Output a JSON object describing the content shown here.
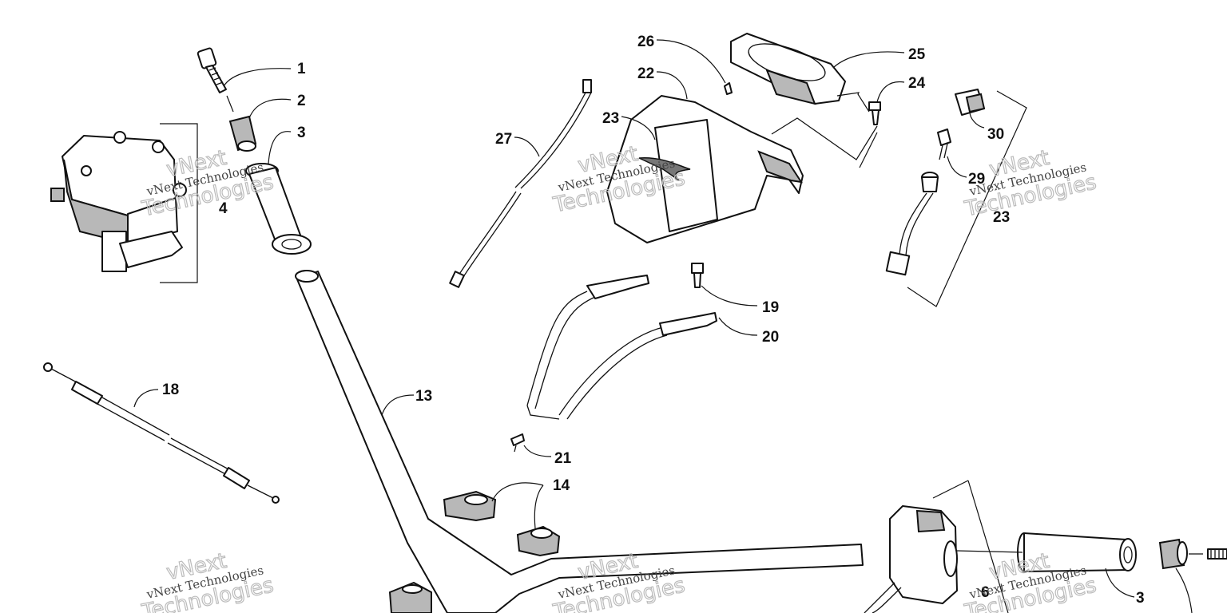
{
  "diagram": {
    "watermark": {
      "company": "vNext Technologies",
      "outline_line1": "vNext",
      "outline_line2": "Technologies"
    },
    "callouts": [
      {
        "id": "c1",
        "text": "1"
      },
      {
        "id": "c2",
        "text": "2"
      },
      {
        "id": "c3a",
        "text": "3"
      },
      {
        "id": "c4",
        "text": "4"
      },
      {
        "id": "c13",
        "text": "13"
      },
      {
        "id": "c18",
        "text": "18"
      },
      {
        "id": "c27",
        "text": "27"
      },
      {
        "id": "c26",
        "text": "26"
      },
      {
        "id": "c22",
        "text": "22"
      },
      {
        "id": "c23a",
        "text": "23"
      },
      {
        "id": "c25",
        "text": "25"
      },
      {
        "id": "c24",
        "text": "24"
      },
      {
        "id": "c30",
        "text": "30"
      },
      {
        "id": "c29",
        "text": "29"
      },
      {
        "id": "c23b",
        "text": "23"
      },
      {
        "id": "c19",
        "text": "19"
      },
      {
        "id": "c20",
        "text": "20"
      },
      {
        "id": "c21",
        "text": "21"
      },
      {
        "id": "c14",
        "text": "14"
      },
      {
        "id": "c6",
        "text": "6"
      },
      {
        "id": "c3b",
        "text": "3"
      }
    ]
  }
}
